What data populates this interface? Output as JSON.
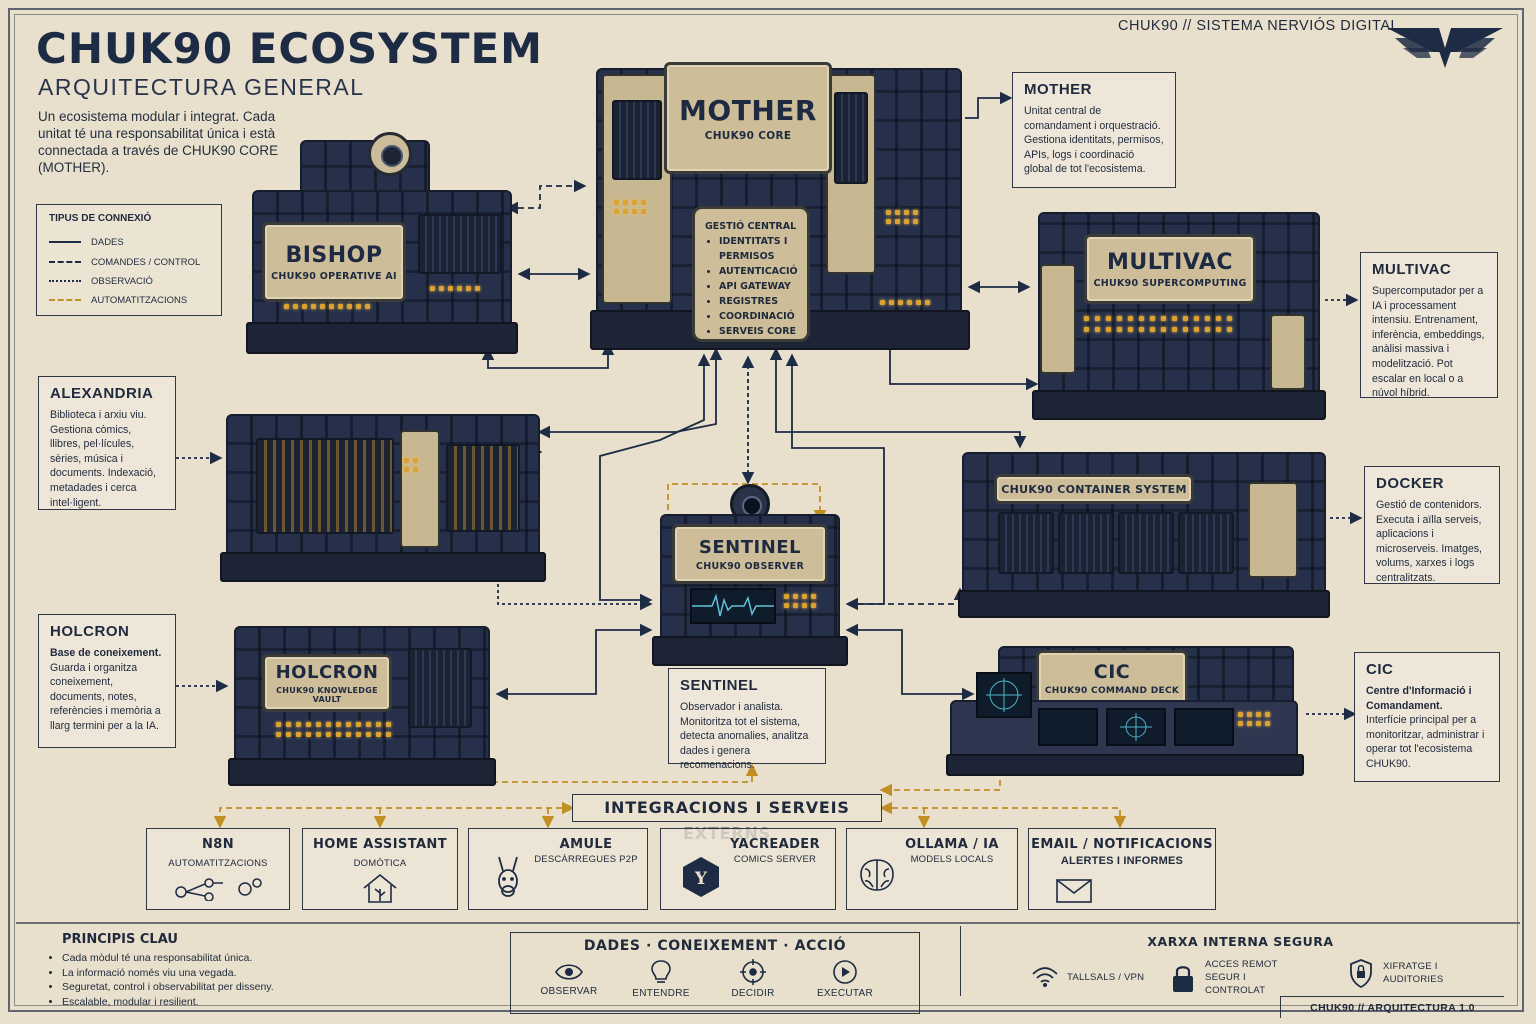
{
  "header": {
    "title": "CHUK90 ECOSYSTEM",
    "subtitle": "ARQUITECTURA GENERAL",
    "intro": "Un ecosistema modular i integrat. Cada unitat té una responsabilitat única i està connectada a través de CHUK90 CORE (MOTHER).",
    "top_right": "CHUK90 // SISTEMA NERVIÓS DIGITAL"
  },
  "legend": {
    "title": "TIPUS DE CONNEXIÓ",
    "items": [
      "DADES",
      "COMANDES / CONTROL",
      "OBSERVACIÓ",
      "AUTOMATITZACIONS"
    ]
  },
  "machines": {
    "mother": {
      "name": "MOTHER",
      "sub": "CHUK90 CORE",
      "core_title": "GESTIÓ CENTRAL",
      "core_items": [
        "IDENTITATS I PERMISOS",
        "AUTENTICACIÓ",
        "API GATEWAY",
        "REGISTRES",
        "COORDINACIÓ",
        "SERVEIS CORE"
      ]
    },
    "bishop": {
      "name": "BISHOP",
      "sub": "CHUK90 OPERATIVE AI"
    },
    "multivac": {
      "name": "MULTIVAC",
      "sub": "CHUK90 SUPERCOMPUTING"
    },
    "docker": {
      "sub": "CHUK90 CONTAINER SYSTEM"
    },
    "sentinel": {
      "name": "SENTINEL",
      "sub": "CHUK90 OBSERVER"
    },
    "holcron": {
      "name": "HOLCRON",
      "sub": "CHUK90 KNOWLEDGE VAULT"
    },
    "cic": {
      "name": "CIC",
      "sub": "CHUK90 COMMAND DECK"
    }
  },
  "panels": {
    "mother": {
      "title": "MOTHER",
      "body": "Unitat central de comandament i orquestració. Gestiona identitats, permisos, APIs, logs i coordinació global de tot l'ecosistema."
    },
    "multivac": {
      "title": "MULTIVAC",
      "body": "Supercomputador per a IA i processament intensiu. Entrenament, inferència, embeddings, anàlisi massiva i modelització. Pot escalar en local o a núvol híbrid."
    },
    "alexandria": {
      "title": "ALEXANDRIA",
      "body": "Biblioteca i arxiu viu. Gestiona còmics, llibres, pel·lícules, sèries, música i documents. Indexació, metadades i cerca intel·ligent."
    },
    "docker": {
      "title": "DOCKER",
      "body": "Gestió de contenidors. Executa i aïlla serveis, aplicacions i microserveis. Imatges, volums, xarxes i logs centralitzats."
    },
    "holcron": {
      "title": "HOLCRON",
      "lead": "Base de coneixement.",
      "body": "Guarda i organitza coneixement, documents, notes, referències i memòria a llarg termini per a la IA."
    },
    "sentinel": {
      "title": "SENTINEL",
      "body": "Observador i analista. Monitoritza tot el sistema, detecta anomalies, analitza dades i genera recomenacions."
    },
    "cic": {
      "title": "CIC",
      "lead": "Centre d'Informació i Comandament.",
      "body": "Interfície principal per a monitoritzar, administrar i operar tot l'ecosistema CHUK90."
    }
  },
  "integrations": {
    "title": "INTEGRACIONS I SERVEIS EXTERNS",
    "cards": [
      {
        "title": "N8N",
        "sub": "AUTOMATITZACIONS",
        "icon": "workflow-icon"
      },
      {
        "title": "HOME ASSISTANT",
        "sub": "DOMÒTICA",
        "icon": "home-icon"
      },
      {
        "title": "AMULE",
        "sub": "DESCÀRREGUES P2P",
        "icon": "donkey-icon"
      },
      {
        "title": "YACREADER",
        "sub": "COMICS SERVER",
        "icon": "y-logo-icon"
      },
      {
        "title": "OLLAMA / IA",
        "sub": "MODELS LOCALS",
        "icon": "brain-icon"
      },
      {
        "title": "EMAIL / NOTIFICACIONS",
        "sub": "ALERTES I INFORMES",
        "icon": "envelope-icon"
      }
    ]
  },
  "footer": {
    "principis_title": "PRINCIPIS CLAU",
    "principis": [
      "Cada mòdul té una responsabilitat única.",
      "La informació només viu una vegada.",
      "Seguretat, control i observabilitat per disseny.",
      "Escalable, modular i resilient."
    ],
    "cycle_title": "DADES · CONEIXEMENT · ACCIÓ",
    "cycle_steps": [
      "OBSERVAR",
      "ENTENDRE",
      "DECIDIR",
      "EXECUTAR"
    ],
    "network_title": "XARXA INTERNA SEGURA",
    "network_items": [
      {
        "label": "TALLSALS / VPN",
        "icon": "wifi-icon"
      },
      {
        "label": "ACCES REMOT SEGUR I CONTROLAT",
        "icon": "lock-icon"
      },
      {
        "label": "XIFRATGE I AUDITORIES",
        "icon": "shield-icon"
      }
    ],
    "tag": "CHUK90 // ARQUITECTURA 1.0"
  },
  "colors": {
    "navy": "#1d2b44",
    "tan": "#cdbd98",
    "amber": "#c99a2e",
    "paper": "#e8dfcc"
  }
}
